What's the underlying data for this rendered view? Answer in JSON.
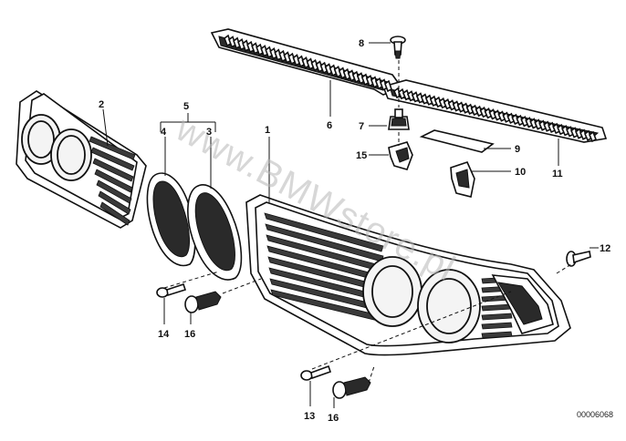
{
  "diagram": {
    "watermark": "www.BMWstore.pl",
    "drawing_code": "00006068",
    "callouts": {
      "c1": "1",
      "c2": "2",
      "c3": "3",
      "c4": "4",
      "c5": "5",
      "c6": "6",
      "c7": "7",
      "c8": "8",
      "c9": "9",
      "c10": "10",
      "c11": "11",
      "c12": "12",
      "c13": "13",
      "c14": "14",
      "c15": "15",
      "c16a": "16",
      "c16b": "16"
    }
  }
}
